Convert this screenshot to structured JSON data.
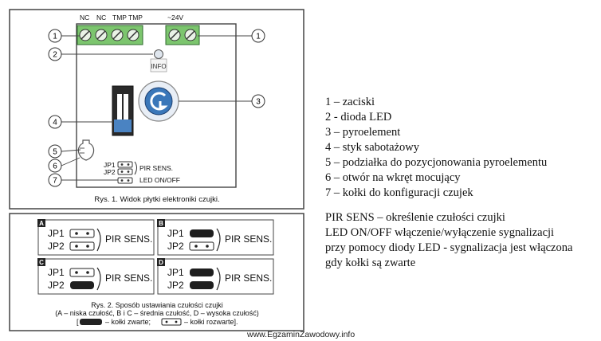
{
  "figure1": {
    "terminals_left": [
      "NC",
      "NC",
      "TMP",
      "TMP"
    ],
    "terminals_right": [
      "~24V"
    ],
    "callouts": [
      "1",
      "2",
      "3",
      "4",
      "5",
      "6",
      "7",
      "1"
    ],
    "info_label": "INFO",
    "jumper_labels": [
      "JP1",
      "JP2"
    ],
    "pir_sens": "PIR SENS.",
    "led_onoff": "LED ON/OFF",
    "caption": "Rys. 1. Widok płytki elektroniki czujki."
  },
  "figure2": {
    "panels": [
      {
        "letter": "A",
        "jp1": "open",
        "jp2": "open"
      },
      {
        "letter": "B",
        "jp1": "closed",
        "jp2": "open"
      },
      {
        "letter": "C",
        "jp1": "open",
        "jp2": "closed"
      },
      {
        "letter": "D",
        "jp1": "closed",
        "jp2": "closed"
      }
    ],
    "jp1_label": "JP1",
    "jp2_label": "JP2",
    "pir_label": "PIR SENS.",
    "caption_line1": "Rys. 2. Sposób ustawiania czułości czujki",
    "caption_line2": "(A – niska czułość, B i C – średnia czułość, D – wysoka czułość)",
    "caption_line3_closed": "– kołki zwarte;",
    "caption_line3_open": "– kołki rozwarte]."
  },
  "legend": [
    "1 – zaciski",
    "2 - dioda LED",
    "3 – pyroelement",
    "4 – styk sabotażowy",
    "5 – podziałka do pozycjonowania pyroelementu",
    "6 – otwór na wkręt mocujący",
    "7 – kołki do konfiguracji czujek"
  ],
  "notes": [
    "PIR SENS – określenie czułości czujki",
    "LED ON/OFF włączenie/wyłączenie sygnalizacji",
    "przy pomocy diody LED - sygnalizacja jest włączona",
    "gdy kołki są zwarte"
  ],
  "footer": "www.EgzaminZawodowy.info"
}
